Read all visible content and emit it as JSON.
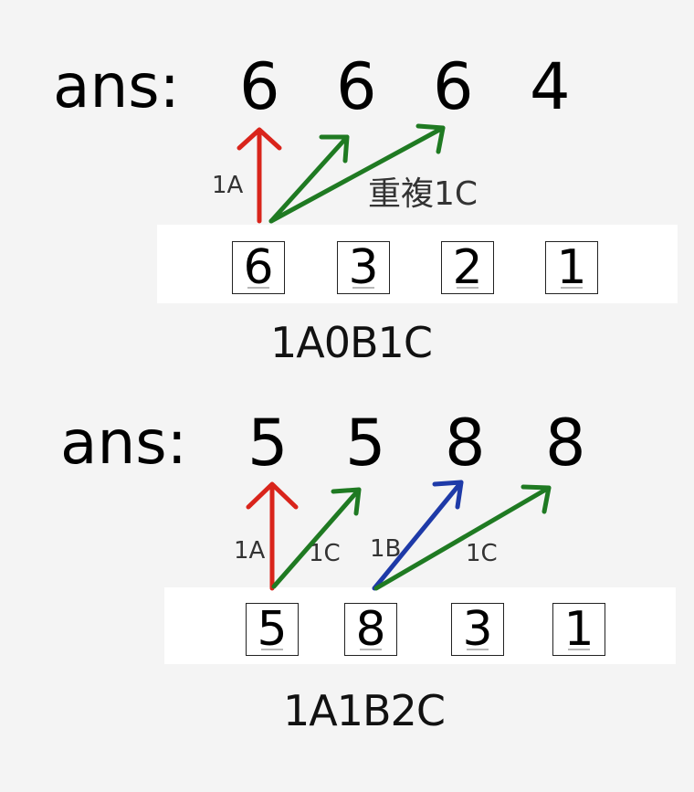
{
  "puzzle1": {
    "ans_label": "ans:",
    "ans_digits": [
      "6",
      "6",
      "6",
      "4"
    ],
    "guess_digits": [
      "6",
      "3",
      "2",
      "1"
    ],
    "result": "1A0B1C",
    "annotations": {
      "a": "1A",
      "c": "重複1C"
    }
  },
  "puzzle2": {
    "ans_label": "ans:",
    "ans_digits": [
      "5",
      "5",
      "8",
      "8"
    ],
    "guess_digits": [
      "5",
      "8",
      "3",
      "1"
    ],
    "result": "1A1B2C",
    "annotations": {
      "a": "1A",
      "c1": "1C",
      "b": "1B",
      "c2": "1C"
    }
  },
  "colors": {
    "A": "#d9241b",
    "B": "#1e3aa8",
    "C": "#1f7a22"
  }
}
